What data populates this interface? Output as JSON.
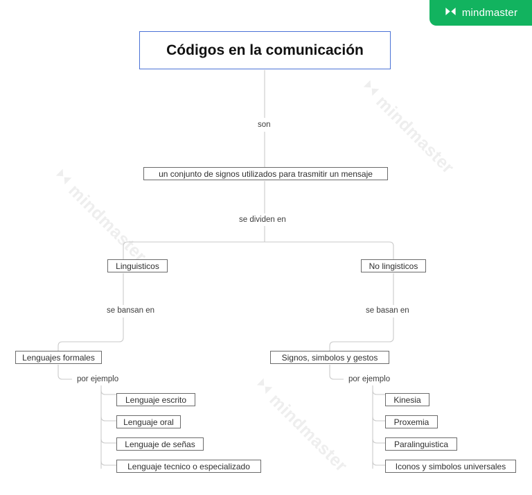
{
  "brand": {
    "name": "mindmaster",
    "color": "#12b35f",
    "icon": "bowtie-logo-icon"
  },
  "watermark": {
    "text": "mindmaster",
    "icon": "bowtie-logo-icon",
    "count": 3
  },
  "diagram": {
    "type": "mind-map",
    "root": {
      "label": "Códigos en la comunicación",
      "border_color": "#4a72d6"
    },
    "link_labels": {
      "son": "son",
      "se_dividen_en": "se dividen en",
      "se_bansan_en": "se bansan en",
      "se_basan_en": "se basan en",
      "por_ejemplo_left": "por ejemplo",
      "por_ejemplo_right": "por ejemplo"
    },
    "definition": "un conjunto de signos utilizados para trasmitir un mensaje",
    "branches": [
      {
        "label": "Linguisticos",
        "basis": "Lenguajes formales",
        "examples": [
          "Lenguaje escrito",
          "Lenguaje oral",
          "Lenguaje de señas",
          "Lenguaje tecnico o especializado"
        ]
      },
      {
        "label": "No lingisticos",
        "basis": "Signos, simbolos y gestos",
        "examples": [
          "Kinesia",
          "Proxemia",
          "Paralinguistica",
          "Iconos y simbolos universales"
        ]
      }
    ]
  }
}
